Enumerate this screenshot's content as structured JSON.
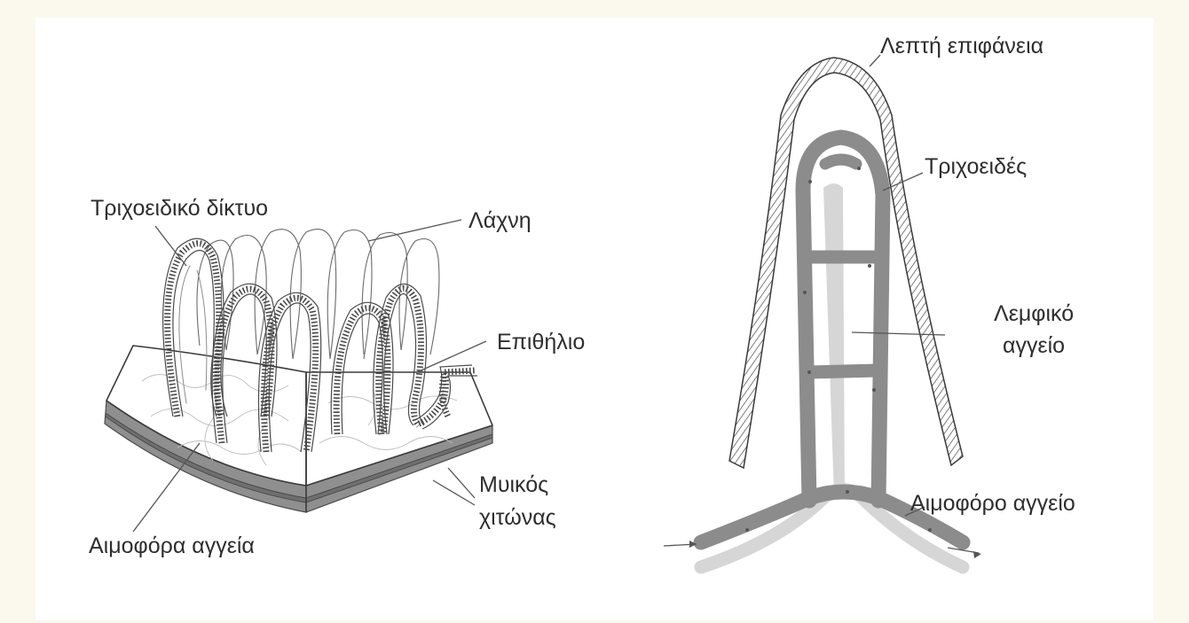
{
  "left_diagram": {
    "labels": {
      "capillary_network": "Τριχοειδικό δίκτυο",
      "villus": "Λάχνη",
      "epithelium": "Επιθήλιο",
      "muscle_coat_line1": "Μυικός",
      "muscle_coat_line2": "χιτώνας",
      "blood_vessels": "Αιμοφόρα αγγεία"
    }
  },
  "right_diagram": {
    "labels": {
      "thin_surface": "Λεπτή επιφάνεια",
      "capillaries": "Τριχοειδές",
      "lymph_vessel_line1": "Λεμφικό",
      "lymph_vessel_line2": "αγγείο",
      "blood_vessel": "Αιμοφόρο αγγείο"
    }
  },
  "colors": {
    "page_background": "#fbf8ee",
    "panel_background": "#ffffff",
    "muscle": "#8f8f8f",
    "blood_vessel": "#8c8c8c",
    "lymph_vessel": "#d6d6d6"
  }
}
